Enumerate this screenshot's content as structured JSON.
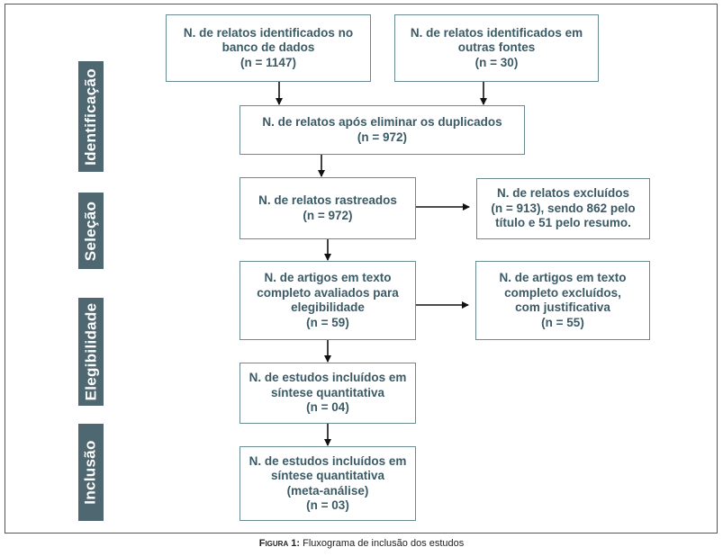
{
  "stages": [
    "Identificação",
    "Seleção",
    "Elegibilidade",
    "Inclusão"
  ],
  "boxes": {
    "database": [
      "N. de relatos identificados no",
      "banco de dados",
      "(n = 1147)"
    ],
    "other_sources": [
      "N. de relatos identificados em",
      "outras fontes",
      "(n = 30)"
    ],
    "after_duplicates": [
      "N. de relatos após eliminar os duplicados",
      "(n = 972)"
    ],
    "screened": [
      "N. de relatos rastreados",
      "(n = 972)"
    ],
    "excluded_records": [
      "N. de relatos excluídos",
      "(n = 913), sendo 862 pelo",
      "título e 51 pelo resumo."
    ],
    "fulltext_assessed": [
      "N. de artigos em texto",
      "completo avaliados para",
      "elegibilidade",
      "(n = 59)"
    ],
    "fulltext_excluded": [
      "N. de artigos em texto",
      "completo excluídos,",
      "com justificativa",
      "(n = 55)"
    ],
    "quantitative": [
      "N. de estudos incluídos em",
      "síntese quantitativa",
      "(n = 04)"
    ],
    "meta_analysis": [
      "N. de estudos incluídos em",
      "síntese quantitativa",
      "(meta-análise)",
      "(n = 03)"
    ]
  },
  "caption": {
    "label": "Figura 1:",
    "text": " Fluxograma de inclusão dos estudos"
  }
}
